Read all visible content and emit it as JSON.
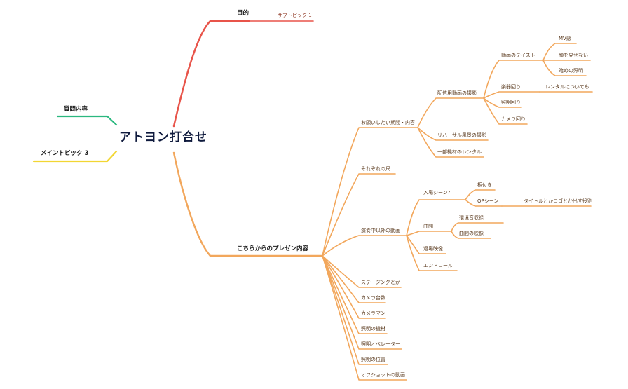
{
  "colors": {
    "purpose": "#e8544a",
    "question": "#2bb87f",
    "main3": "#f2d633",
    "present": "#f2a75c",
    "root_text": "#0f1a3d"
  },
  "mindmap": {
    "root": "アトヨン打合せ",
    "purpose": {
      "label": "目的",
      "children": [
        "サブトピック 1"
      ]
    },
    "question": {
      "label": "質問内容"
    },
    "main3": {
      "label": "メイントピック 3"
    },
    "present": {
      "label": "こちらからのプレゼン内容",
      "request": {
        "label": "お願いしたい期間・内容",
        "stream": {
          "label": "配信用動画の撮影",
          "taste": {
            "label": "動画のテイスト",
            "children": [
              "MV感",
              "顔を見せない",
              "暗めの照明"
            ]
          },
          "instrument": {
            "label": "楽器回り",
            "child": "レンタルについても"
          },
          "lighting": "照明回り",
          "camera": "カメラ回り"
        },
        "rehearsal": "リハーサル風景の撮影",
        "rental": "一部機材のレンタル"
      },
      "length": "それぞれの尺",
      "nonplay": {
        "label": "演奏中以外の動画",
        "entry": {
          "label": "入場シーン?",
          "children": [
            "板付き",
            "OPシーン"
          ],
          "op_child": "タイトルとかロゴとか出す役割"
        },
        "between": {
          "label": "曲間",
          "children": [
            "環境音収録",
            "曲間の映像"
          ]
        },
        "exit": "退場映像",
        "endroll": "エンドロール"
      },
      "staging": "ステージングとか",
      "camera_count": "カメラ台数",
      "cameraman": "カメラマン",
      "light_gear": "照明の機材",
      "light_operator": "照明オペレーター",
      "light_position": "照明の位置",
      "offshot": "オフショットの動画"
    }
  }
}
